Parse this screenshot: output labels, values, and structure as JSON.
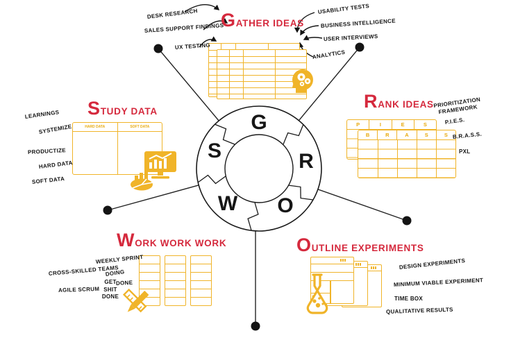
{
  "ring": {
    "letters": {
      "g": "G",
      "r": "R",
      "o": "O",
      "w": "W",
      "s": "S"
    }
  },
  "sections": {
    "gather": {
      "title": "Gather ideas",
      "sources_left": [
        "DESK RESEARCH",
        "SALES SUPPORT FINDINGS",
        "UX TESTING"
      ],
      "sources_right": [
        "USABILITY TESTS",
        "BUSINESS INTELLIGENCE",
        "USER INTERVIEWS",
        "ANALYTICS"
      ]
    },
    "rank": {
      "title": "Rank ideas",
      "labels": [
        "PRIORITIZATION FRAMEWORK",
        "P.I.E.S.",
        "B.R.A.S.S.",
        "PXL"
      ],
      "pies_headers": [
        "P",
        "I",
        "E",
        "S"
      ],
      "brass_headers": [
        "B",
        "R",
        "A",
        "S",
        "S"
      ]
    },
    "study": {
      "title": "Study data",
      "labels": [
        "LEARNINGS",
        "SYSTEMIZE",
        "PRODUCTIZE",
        "HARD DATA",
        "SOFT DATA"
      ],
      "table_headers": [
        "HARD DATA",
        "SOFT DATA"
      ]
    },
    "work": {
      "title": "Work work work",
      "labels": [
        "WEEKLY SPRINT",
        "CROSS-SKILLED TEAMS",
        "DOING",
        "DONE",
        "AGILE SCRUM"
      ],
      "stacked_label": [
        "GET",
        "SHIT",
        "DONE"
      ]
    },
    "outline": {
      "title": "Outline experiments",
      "labels": [
        "DESIGN EXPERIMENTS",
        "MINIMUM VIABLE EXPERIMENT",
        "TIME BOX",
        "QUALITATIVE RESULTS"
      ]
    }
  },
  "colors": {
    "accent_yellow": "#F0B429",
    "accent_red": "#D5293D",
    "ink": "#141414"
  }
}
